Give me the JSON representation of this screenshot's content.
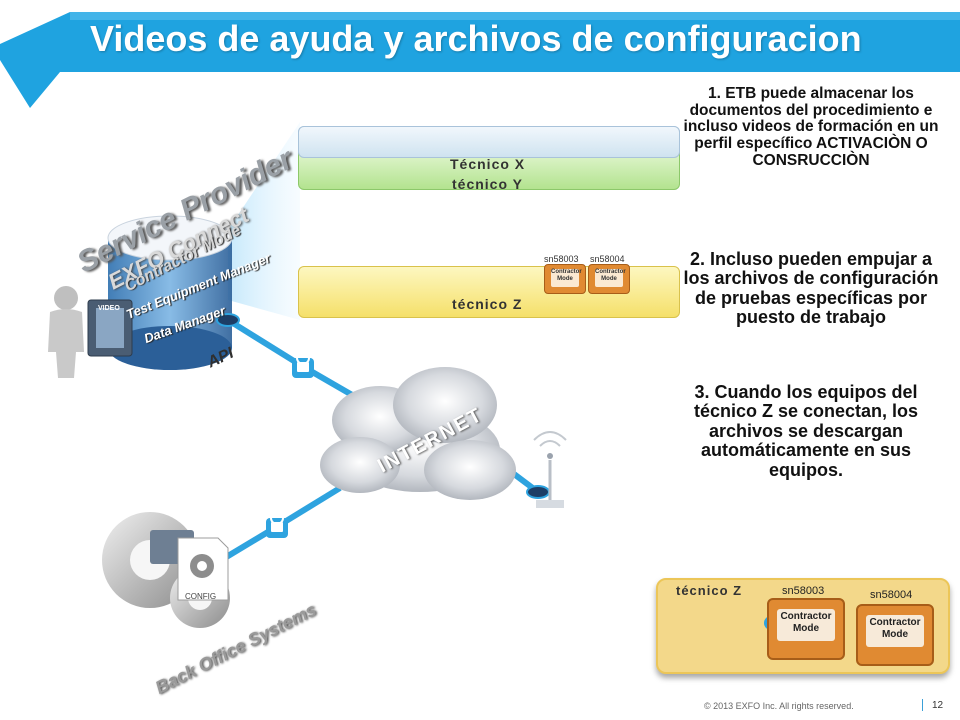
{
  "title": "Videos de ayuda y archivos de configuracion",
  "labels": {
    "service_provider": "Service Provider A",
    "exfo_connect": "EXFO Connect",
    "contractor_mode": "Contractor Mode",
    "test_equipment_manager": "Test Equipment Manager",
    "data_manager": "Data Manager",
    "api": "API",
    "internet": "INTERNET",
    "back_office": "Back Office Systems",
    "config": "CONFIG",
    "video": "VIDEO"
  },
  "profiles": {
    "tecnico_x": "Técnico X",
    "tecnico_y": "técnico Y",
    "tecnico_z": "técnico  Z"
  },
  "small_devices": [
    {
      "serial": "sn58003",
      "screen": "Contractor Mode"
    },
    {
      "serial": "sn58004",
      "screen": "Contractor Mode"
    }
  ],
  "callouts": {
    "c1": "1. ETB puede almacenar los documentos del procedimiento e incluso videos de formación en un perfil específico ACTIVACIÒN O CONSRUCCIÒN",
    "c2": "2. Incluso pueden empujar a los archivos de configuración de pruebas específicas por puesto de trabajo",
    "c3": "3. Cuando los equipos del técnico  Z se conectan, los archivos se descargan automáticamente en sus equipos."
  },
  "panel": {
    "title": "técnico Z",
    "devices": [
      {
        "serial": "sn58003",
        "screen_line1": "Contractor",
        "screen_line2": "Mode"
      },
      {
        "serial": "sn58004",
        "screen_line1": "Contractor",
        "screen_line2": "Mode"
      }
    ]
  },
  "footer": {
    "copyright": "© 2013 EXFO Inc. All rights reserved.",
    "page": "12"
  },
  "colors": {
    "banner": "#1fa3e0",
    "link_line": "#2ea3df",
    "profile_yellow": "#f8ec8a",
    "profile_green": "#c8eeb0",
    "profile_blue": "#cfe3f0",
    "device_orange": "#e08a32"
  }
}
